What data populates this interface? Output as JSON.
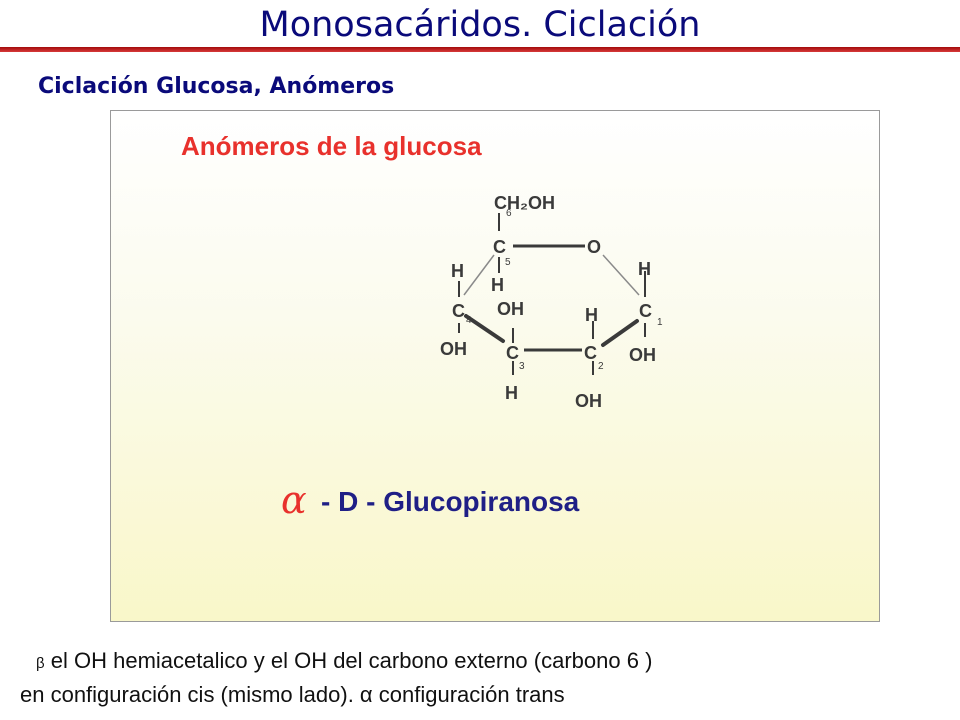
{
  "slide": {
    "title": "Monosacáridos. Ciclación",
    "subtitle": "Ciclación Glucosa, Anómeros"
  },
  "diagram": {
    "heading": "Anómeros de la glucosa",
    "name_symbol": "α",
    "name": "- D - Glucopiranosa",
    "labels": {
      "ch2oh": "CH₂OH",
      "c6_num": "6",
      "c5": "C",
      "c5_num": "5",
      "c5_h": "H",
      "ring_o": "O",
      "c4": "C",
      "c4_num": "4",
      "c4_h": "H",
      "c4_oh": "OH",
      "c1": "C",
      "c1_num": "1",
      "c1_h": "H",
      "c1_oh": "OH",
      "c3": "C",
      "c3_num": "3",
      "c3_oh": "OH",
      "c3_h": "H",
      "c2": "C",
      "c2_num": "2",
      "c2_h": "H",
      "c2_oh": "OH"
    },
    "colors": {
      "heading": "#e8312c",
      "structure": "#3a3a3a",
      "bond": "#8a8a8a",
      "name": "#1f1f86"
    }
  },
  "caption": {
    "beta": "β",
    "arrow": "",
    "line1_text": " el OH hemiacetalico y el OH del carbono externo (carbono  6 )",
    "line2_text": "en configuración cis (mismo lado). α ",
    "line2_tail": " configuración trans"
  }
}
